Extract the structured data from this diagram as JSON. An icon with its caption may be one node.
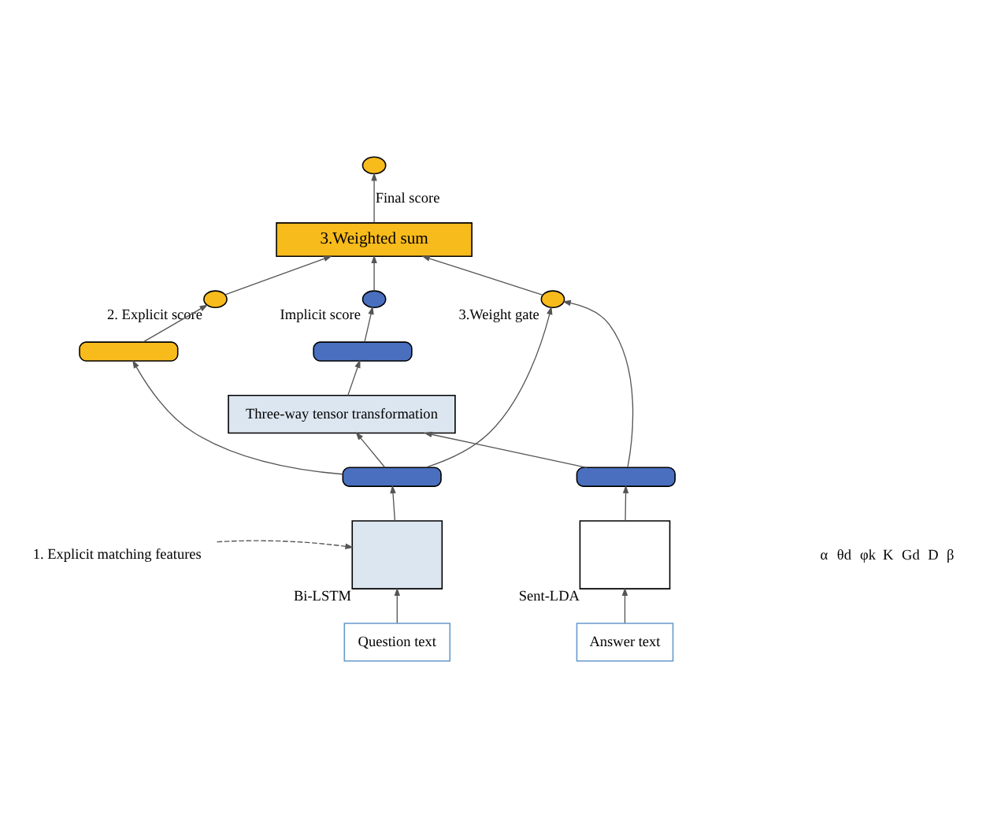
{
  "diagram": {
    "nodes": [
      {
        "text": [],
        "shape": "circle"
      },
      {
        "text": [
          "3.Weighted sum"
        ]
      },
      {
        "text": [],
        "shape": "circle",
        "beside": [
          "2. Explicit score"
        ]
      },
      {
        "text": [],
        "shape": "circle",
        "beside": [
          "Implicit score"
        ]
      },
      {
        "text": [],
        "shape": "circle",
        "beside": [
          "3.Weight gate"
        ]
      },
      {
        "text": [],
        "shape": "bar"
      },
      {
        "text": [],
        "shape": "bar"
      },
      {
        "text": [
          "Three-way tensor transformation"
        ]
      },
      {
        "text": [],
        "shape": "bar"
      },
      {
        "text": [],
        "shape": "bar"
      },
      {
        "text": [],
        "shape": "box",
        "beside": [
          "Bi-LSTM"
        ]
      },
      {
        "text": [
          "1. Explicit matching features"
        ]
      },
      {
        "text": [],
        "shape": "box",
        "beside": [
          "Sent-LDA"
        ]
      },
      {
        "text": [
          "Question text"
        ]
      },
      {
        "text": [
          "Answer text"
        ]
      }
    ],
    "edges": [
      {
        "from": 13,
        "to": 10,
        "arrow": "to"
      },
      {
        "from": 10,
        "to": 8,
        "arrow": "to"
      },
      {
        "from": 11,
        "to": 10,
        "arrow": "to",
        "style": "dashed"
      },
      {
        "from": 14,
        "to": 12,
        "arrow": "to"
      },
      {
        "from": 12,
        "to": 9,
        "arrow": "to"
      },
      {
        "from": 8,
        "to": 5,
        "arrow": "to"
      },
      {
        "from": 8,
        "to": 7,
        "arrow": "to"
      },
      {
        "from": 9,
        "to": 7,
        "arrow": "to"
      },
      {
        "from": 7,
        "to": 6,
        "arrow": "to"
      },
      {
        "from": 5,
        "to": 2,
        "arrow": "to"
      },
      {
        "from": 6,
        "to": 3,
        "arrow": "to"
      },
      {
        "from": 8,
        "to": 4,
        "arrow": "to"
      },
      {
        "from": 9,
        "to": 4,
        "arrow": "to"
      },
      {
        "from": 2,
        "to": 1,
        "arrow": "to"
      },
      {
        "from": 3,
        "to": 1,
        "arrow": "to"
      },
      {
        "from": 4,
        "to": 1,
        "arrow": "to"
      },
      {
        "from": 1,
        "to": 0,
        "arrow": "to",
        "label": "Final score"
      }
    ],
    "labels": [
      "α",
      "θd",
      "φk",
      "K",
      "Gd",
      "D",
      "β"
    ]
  }
}
